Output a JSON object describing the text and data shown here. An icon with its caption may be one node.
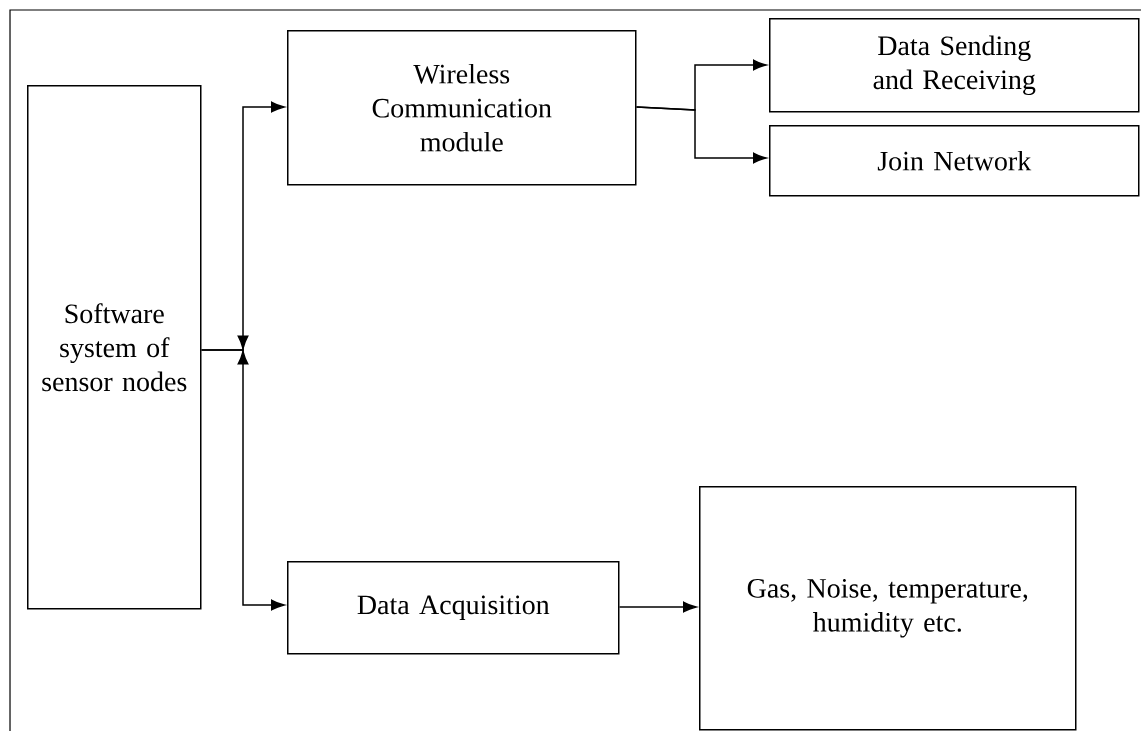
{
  "diagram": {
    "nodes": [
      {
        "text": [
          "Software system of sensor nodes"
        ]
      },
      {
        "text": [
          "Wireless Communication module"
        ]
      },
      {
        "text": [
          "Data Sending and Receiving"
        ]
      },
      {
        "text": [
          "Join Network"
        ]
      },
      {
        "text": [
          "Data Acquisition"
        ]
      },
      {
        "text": [
          "Gas, Noise, temperature, humidity etc."
        ]
      }
    ],
    "edges": [
      {
        "from": 0,
        "to": 1,
        "arrow": "to"
      },
      {
        "from": 0,
        "to": 4,
        "arrow": "to"
      },
      {
        "from": 1,
        "to": 2,
        "arrow": "to"
      },
      {
        "from": 1,
        "to": 3,
        "arrow": "to"
      },
      {
        "from": 4,
        "to": 5,
        "arrow": "to"
      }
    ]
  }
}
